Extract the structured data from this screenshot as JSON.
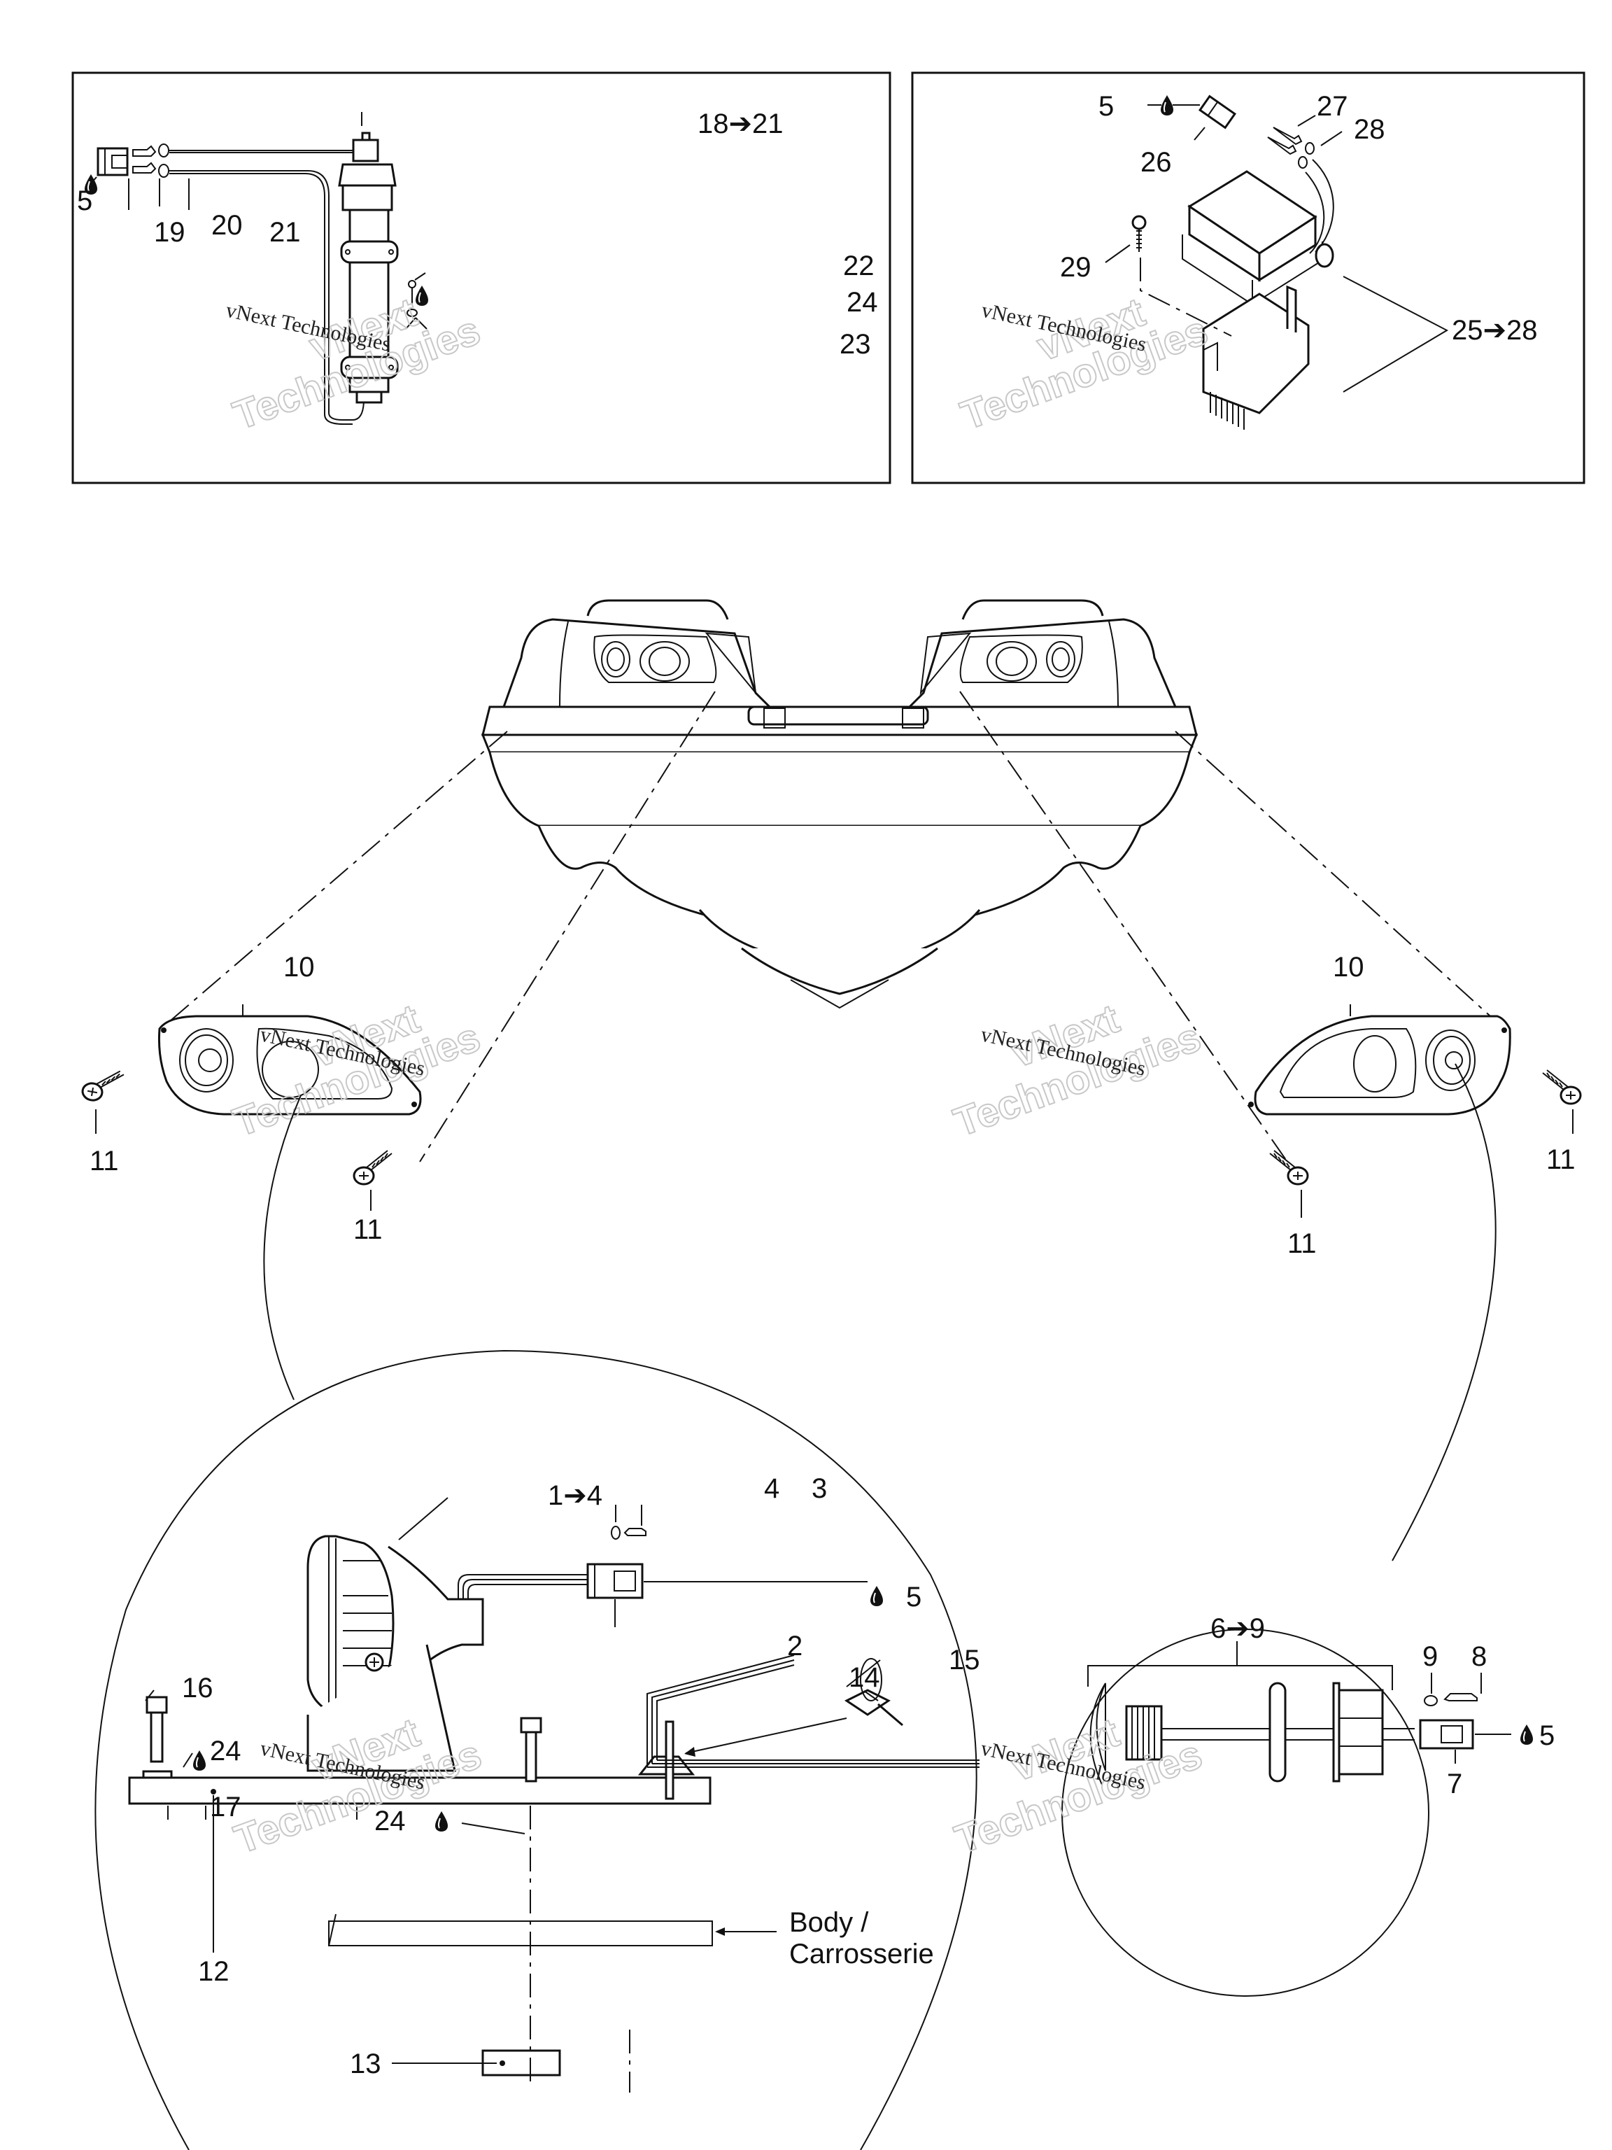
{
  "diagram": {
    "title": "Electrical parts exploded view",
    "watermark": {
      "line_small": "vNext Technologies",
      "line_big_1": "vNext",
      "line_big_2": "Technologies"
    },
    "panels": {
      "top_left": {
        "labels": {
          "range_18_21": "18➔21",
          "p5": "5",
          "p19": "19",
          "p20": "20",
          "p21": "21",
          "p22": "22",
          "p23": "23",
          "p24": "24"
        }
      },
      "top_right": {
        "labels": {
          "p5": "5",
          "p26": "26",
          "p27": "27",
          "p28": "28",
          "p29": "29",
          "range_25_28": "25➔28"
        }
      },
      "hull_section": {
        "left_cover": {
          "label": "10",
          "screw_a": "11",
          "screw_b": "11"
        },
        "right_cover": {
          "label": "10",
          "screw_a": "11",
          "screw_b": "11"
        }
      },
      "headlight_detail": {
        "labels": {
          "range_1_4": "1➔4",
          "p2": "2",
          "p3": "3",
          "p4": "4",
          "p5": "5",
          "p12": "12",
          "p13": "13",
          "p14": "14",
          "p15": "15",
          "p16": "16",
          "p17": "17",
          "p24a": "24",
          "p24b": "24",
          "body_line1": "Body /",
          "body_line2": "Carrosserie"
        }
      },
      "courtesy_light_detail": {
        "labels": {
          "range_6_9": "6➔9",
          "p5": "5",
          "p7": "7",
          "p8": "8",
          "p9": "9"
        }
      }
    },
    "legend_icons": {
      "sealant_drop": "droplet-icon"
    }
  }
}
